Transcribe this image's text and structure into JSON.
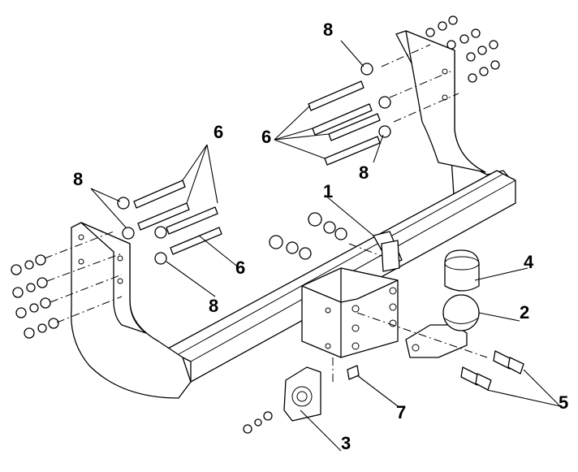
{
  "labels": {
    "part_1": "1",
    "part_2": "2",
    "part_3": "3",
    "part_4": "4",
    "part_5": "5",
    "part_6_left_top": "6",
    "part_6_left_bottom": "6",
    "part_6_right": "6",
    "part_7": "7",
    "part_8_left_top": "8",
    "part_8_left_bottom": "8",
    "part_8_right_top": "8",
    "part_8_right_bottom": "8"
  }
}
